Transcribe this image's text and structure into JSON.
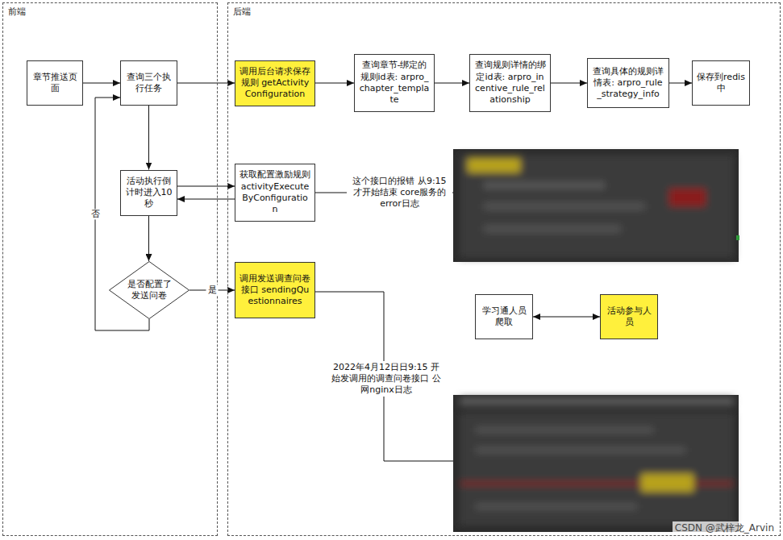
{
  "diagram": {
    "nodes": [
      {
        "text": [
          "前端"
        ]
      },
      {
        "text": [
          "后端"
        ]
      },
      {
        "text": [
          "章节推送页面"
        ],
        "in": 0
      },
      {
        "text": [
          "查询三个执行任务"
        ],
        "in": 0
      },
      {
        "text": [
          "活动执行倒计时进入10秒"
        ],
        "in": 0
      },
      {
        "text": [
          "是否配置了发送问卷"
        ],
        "in": 0
      },
      {
        "text": [
          "调用后台请求保存规则 getActivityConfiguration"
        ],
        "in": 1
      },
      {
        "text": [
          "查询章节-绑定的规则id表: arpro_chapter_template"
        ],
        "in": 1
      },
      {
        "text": [
          "查询规则详情的绑定id表: arpro_incentive_rule_relationship"
        ],
        "in": 1
      },
      {
        "text": [
          "查询具体的规则详情表: arpro_rule_strategy_info"
        ],
        "in": 1
      },
      {
        "text": [
          "保存到redis中"
        ],
        "in": 1
      },
      {
        "text": [
          "获取配置激励规则 activityExecuteByConfiguration"
        ],
        "in": 1
      },
      {
        "text": [
          "调用发送调查问卷接口 sendingQuestionnaires"
        ],
        "in": 1
      },
      {
        "text": [
          "学习通人员爬取"
        ],
        "in": 1
      },
      {
        "text": [
          "活动参与人员"
        ],
        "in": 1
      }
    ],
    "edges": [
      {
        "from": 2,
        "to": 3,
        "arrow": "to"
      },
      {
        "from": 3,
        "to": 6,
        "arrow": "to"
      },
      {
        "from": 6,
        "to": 7,
        "arrow": "to"
      },
      {
        "from": 7,
        "to": 8,
        "arrow": "to"
      },
      {
        "from": 8,
        "to": 9,
        "arrow": "to"
      },
      {
        "from": 9,
        "to": 10,
        "arrow": "to"
      },
      {
        "from": 3,
        "to": 4,
        "arrow": "to"
      },
      {
        "from": 4,
        "to": 11,
        "arrow": "to"
      },
      {
        "from": 11,
        "to": 4,
        "arrow": "to"
      },
      {
        "from": 4,
        "to": 5,
        "arrow": "to"
      },
      {
        "from": 5,
        "to": 12,
        "label": "是",
        "arrow": "to"
      },
      {
        "from": 5,
        "to": 3,
        "label": "否",
        "arrow": "to"
      },
      {
        "from": 13,
        "to": 14,
        "arrow": "both"
      }
    ],
    "labels": [
      "这个接口的报错 从9:15才开始结束 core服务的error日志",
      "2022年4月12日日9:15 开始发调用的调查问卷接口 公网nginx日志",
      "CSDN @武梓龙_Arvin"
    ]
  }
}
